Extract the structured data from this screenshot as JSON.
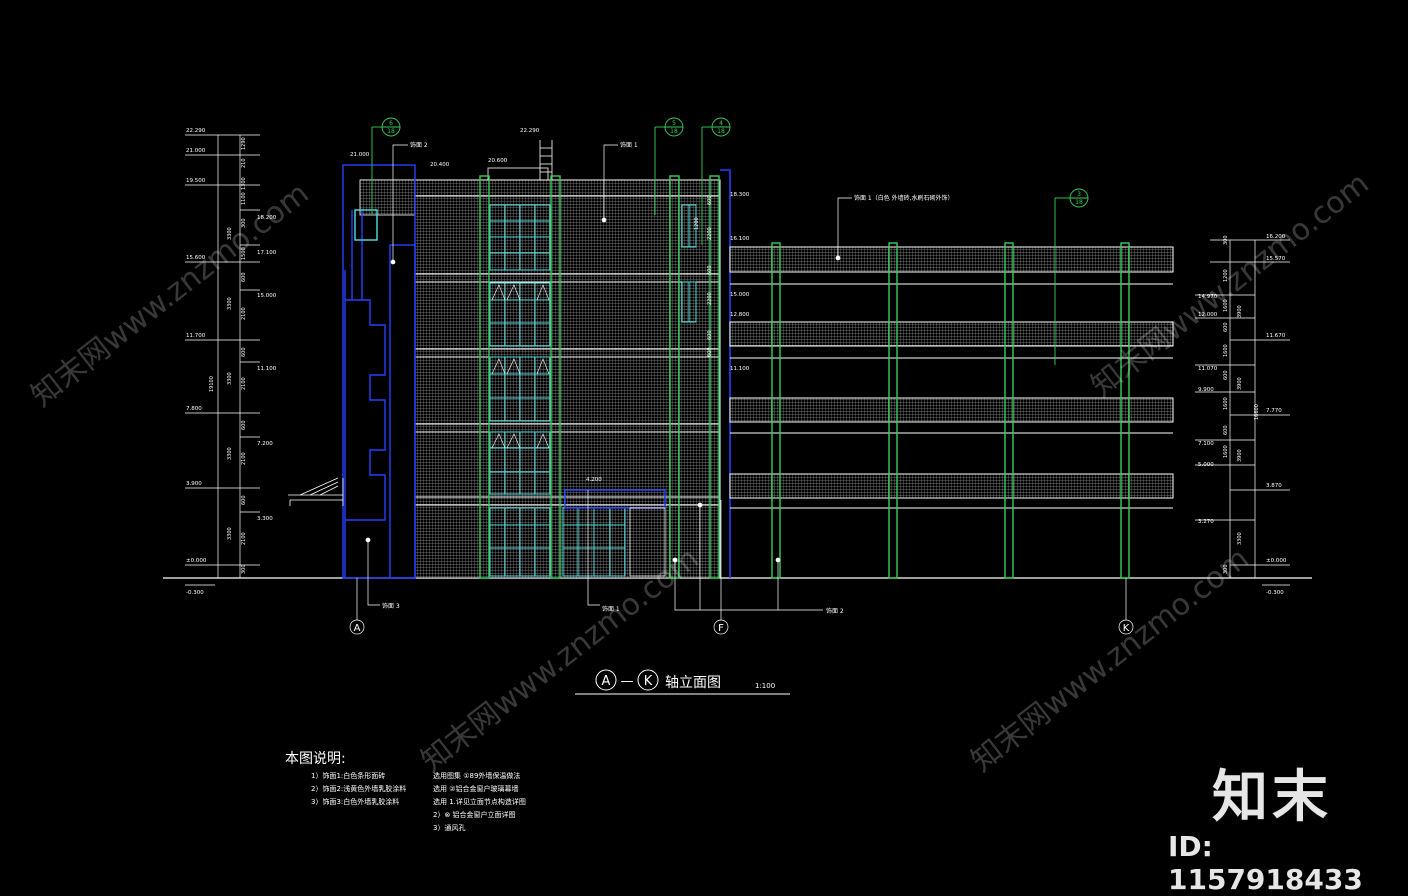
{
  "drawing": {
    "title_axis_start": "A",
    "title_dash": "—",
    "title_axis_end": "K",
    "title_text": "轴立面图",
    "scale": "1:100",
    "colors": {
      "background": "#000000",
      "lines": "#ffffff",
      "columns": "#34d058",
      "windows": "#4fe0e0",
      "structure": "#1c3cff",
      "hatch": "#a8a8a8"
    }
  },
  "axes": {
    "A": "A",
    "F": "F",
    "K": "K"
  },
  "callouts": {
    "wall1_top": "饰面 1",
    "wall2_top": "饰面 2",
    "wall1_right": "饰面 1（白色  外墙砖,水刷石砌外饰）",
    "bottom_left": "饰面 3",
    "bottom_mid": "饰面 1",
    "bottom_right": "饰面 2"
  },
  "left_levels": [
    "22.290",
    "21.000",
    "19.500",
    "18.200",
    "17.100",
    "15.600",
    "15.000",
    "11.700",
    "11.100",
    "7.800",
    "7.200",
    "3.900",
    "3.300",
    "±0.000",
    "-0.300"
  ],
  "left_dims": [
    "1290",
    "210",
    "1300",
    "1100",
    "300",
    "3300",
    "1500",
    "600",
    "2100",
    "3300",
    "600",
    "2100",
    "3300",
    "600",
    "2100",
    "3300",
    "600",
    "2100",
    "3300",
    "300",
    "19100"
  ],
  "top_levels": [
    "22.290",
    "21.000",
    "20.400",
    "20.600",
    "18.300",
    "16.100",
    "15.000",
    "12.800",
    "11.100"
  ],
  "mid_dims": [
    "600",
    "2200",
    "600",
    "2200",
    "600",
    "600",
    "1200"
  ],
  "mid_mark": "4.200",
  "right_levels": [
    "16.200",
    "15.570",
    "14.970",
    "12.000",
    "11.670",
    "11.070",
    "9.900",
    "7.770",
    "7.100",
    "5.000",
    "3.870",
    "3.270",
    "±0.000",
    "-0.300"
  ],
  "right_dims": [
    "300",
    "1200",
    "1600",
    "3900",
    "600",
    "1600",
    "3900",
    "600",
    "1600",
    "3900",
    "600",
    "1600",
    "3300",
    "300",
    "16600"
  ],
  "detail_refs": [
    "6",
    "18",
    "5",
    "18",
    "4",
    "18",
    "3",
    "18"
  ],
  "notes": {
    "title": "本图说明:",
    "col1": [
      "1）饰面1:白色条形面砖",
      "2）饰面2:浅黄色外墙乳胶涂料",
      "3）饰面3:白色外墙乳胶涂料"
    ],
    "col2": [
      "选用图集  ①89外墙保温做法",
      "选用   ②铝合金窗户玻璃幕墙",
      "选用   1.详见立面节点构造详图",
      "2）⊗ 铝合金窗户立面详图",
      "3）通风孔"
    ]
  },
  "watermark": {
    "logo": "知末",
    "id": "ID: 1157918433",
    "site": "知末网www.znzmo.com"
  }
}
